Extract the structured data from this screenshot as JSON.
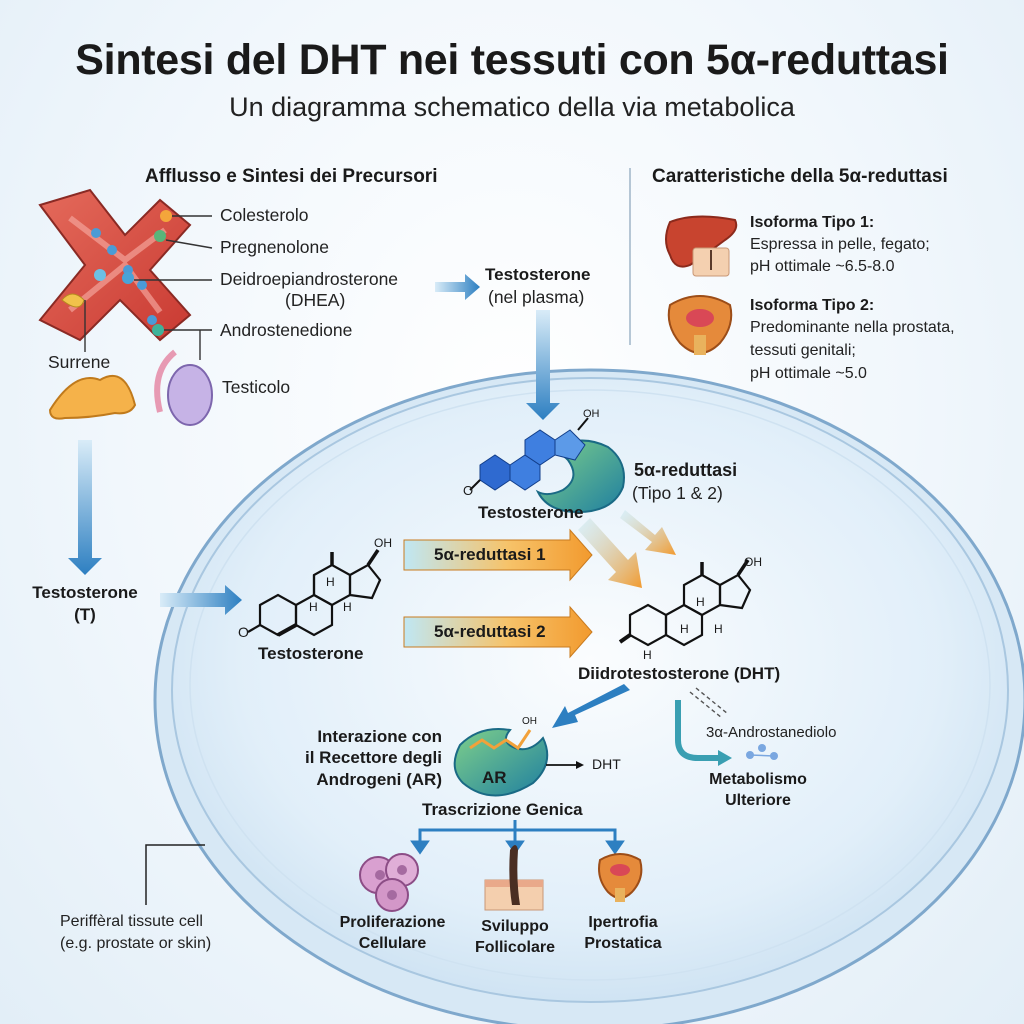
{
  "header": {
    "title": "Sintesi del DHT nei tessuti con 5α-reduttasi",
    "subtitle": "Un diagramma schematico della via metabolica"
  },
  "precursors": {
    "heading": "Afflusso e Sintesi dei Precursori",
    "items": [
      "Colesterolo",
      "Pregnenolone",
      "Deidroepiandrosterone",
      "(DHEA)",
      "Androstenedione"
    ],
    "adrenal_label": "Surrene",
    "testis_label": "Testicolo",
    "plasma_testosterone": "Testosterone",
    "plasma_note": "(nel plasma)"
  },
  "features": {
    "heading": "Caratteristiche della 5α-reduttasi",
    "type1_title": "Isoforma Tipo 1:",
    "type1_lines": [
      "Espressa in pelle, fegato;",
      "pH ottimale ~6.5-8.0"
    ],
    "type2_title": "Isoforma Tipo 2:",
    "type2_lines": [
      "Predominante nella prostata,",
      "tessuti genitali;",
      "pH ottimale ~5.0"
    ]
  },
  "cell": {
    "enzyme_name": "5α-reduttasi",
    "enzyme_types": "(Tipo 1 & 2)",
    "enzyme_substrate": "Testosterone",
    "testosterone_in_1": "Testosterone",
    "testosterone_in_2": "(T)",
    "testosterone_mol": "Testosterone",
    "arrow1": "5α-reduttasi 1",
    "arrow2": "5α-reduttasi 2",
    "dht_label": "Diidrotestosterone (DHT)",
    "androstanediol": "3α-Androstanediolo",
    "metabolism_1": "Metabolismo",
    "metabolism_2": "Ulteriore",
    "ar_1": "Interazione con",
    "ar_2": "il Recettore degli",
    "ar_3": "Androgeni (AR)",
    "ar_badge": "AR",
    "ar_dht": "DHT",
    "transcription": "Trascrizione Genica",
    "outcome1_1": "Proliferazione",
    "outcome1_2": "Cellulare",
    "outcome2_1": "Sviluppo",
    "outcome2_2": "Follicolare",
    "outcome3_1": "Ipertrofia",
    "outcome3_2": "Prostatica",
    "cell_note_1": "Periffèral tissute cell",
    "cell_note_2": "(e.g. prostate or skin)",
    "oh": "OH",
    "o": "O",
    "h": "H"
  }
}
